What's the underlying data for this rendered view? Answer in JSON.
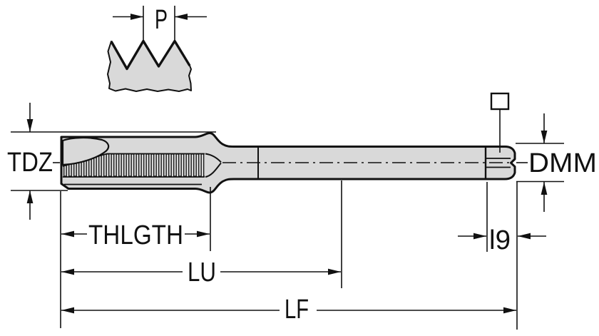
{
  "drawing": {
    "type": "technical-dimension-diagram",
    "subject": "Machine tap side view with thread profile detail and dimension callouts",
    "labels": {
      "pitch": "P",
      "thread_diameter": "TDZ",
      "shank_diameter": "DMM",
      "thread_length": "THLGTH",
      "usable_length": "LU",
      "overall_length": "LF",
      "square_length": "l9"
    },
    "symbols": {
      "square_drive": "open square symbol with leader line pointing to shank drive square"
    },
    "colors": {
      "background": "#ffffff",
      "body_fill": "#d9d9d9",
      "line": "#111111"
    }
  }
}
